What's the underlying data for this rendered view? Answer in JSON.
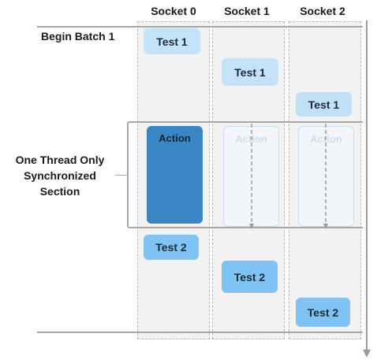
{
  "columns": [
    "Socket 0",
    "Socket 1",
    "Socket 2"
  ],
  "labels": {
    "begin_batch": "Begin Batch 1",
    "section_line1": "One Thread Only",
    "section_line2": "Synchronized",
    "section_line3": "Section"
  },
  "boxes": {
    "test1": "Test 1",
    "test2": "Test 2",
    "action": "Action"
  },
  "colors": {
    "test1_fill": "#c5e3f8",
    "test2_fill": "#7fc3f4",
    "action_active": "#3a86c5",
    "lane_fill": "#f2f2f2",
    "line": "#a7a7a7"
  }
}
